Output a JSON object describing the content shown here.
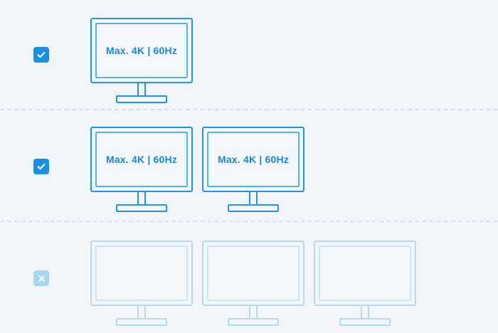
{
  "page": {
    "background_color": "#f2f6fb",
    "accent_color": "#1a90e0",
    "accent_muted_color": "#a7d6f2",
    "monitor_border_color": "#2196e8",
    "monitor_border_faded_color": "#b3dbf4",
    "label_color": "#1a87d8"
  },
  "rows": [
    {
      "id": "row-1",
      "status": "supported",
      "checkbox": {
        "state": "checked",
        "icon": "check-icon"
      },
      "monitor_count": 1,
      "monitors": [
        {
          "label": "Max. 4K | 60Hz",
          "active": true
        }
      ]
    },
    {
      "id": "row-2",
      "status": "supported",
      "checkbox": {
        "state": "checked",
        "icon": "check-icon"
      },
      "monitor_count": 2,
      "monitors": [
        {
          "label": "Max. 4K | 60Hz",
          "active": true
        },
        {
          "label": "Max. 4K | 60Hz",
          "active": true
        }
      ]
    },
    {
      "id": "row-3",
      "status": "unsupported",
      "checkbox": {
        "state": "crossed",
        "icon": "close-icon"
      },
      "monitor_count": 3,
      "monitors": [
        {
          "label": "",
          "active": false
        },
        {
          "label": "",
          "active": false
        },
        {
          "label": "",
          "active": false
        }
      ]
    }
  ]
}
